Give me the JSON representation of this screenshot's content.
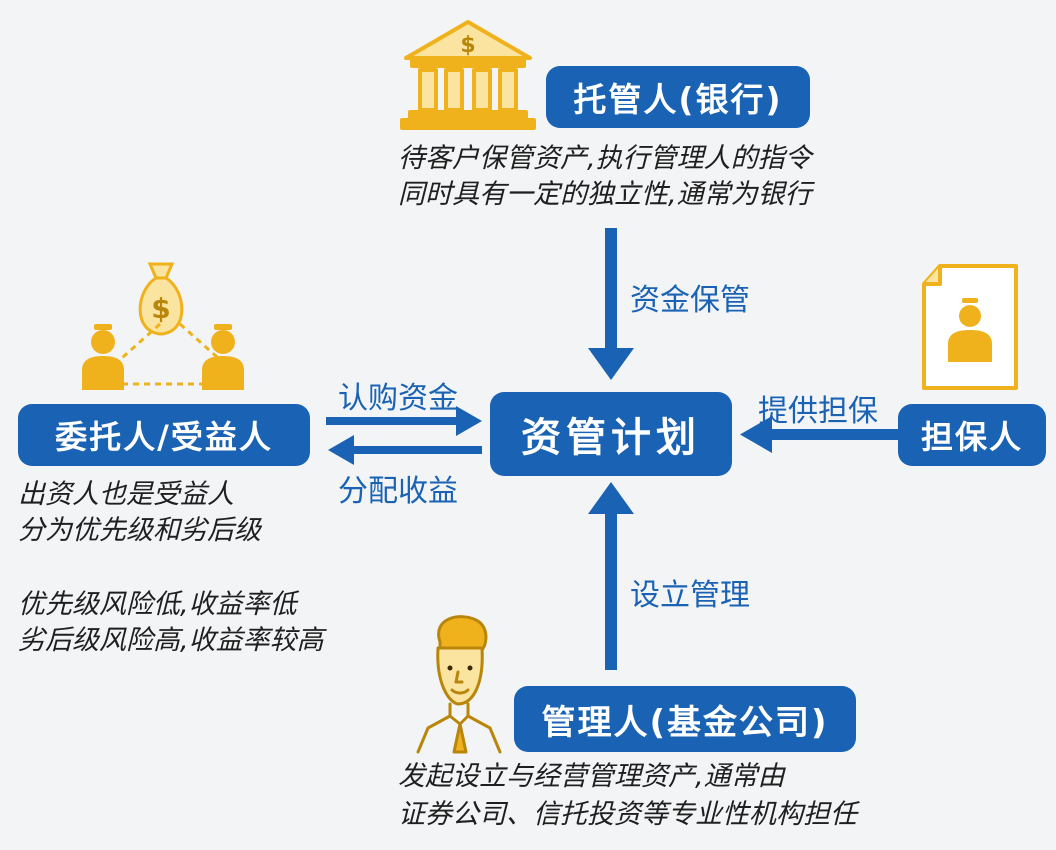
{
  "custodian": {
    "title": "托管人(银行)",
    "desc": [
      "待客户保管资产,执行管理人的指令",
      "同时具有一定的独立性,通常为银行"
    ]
  },
  "flows": {
    "custody": "资金保管",
    "guarantee": "提供担保",
    "subscribe": "认购资金",
    "distribute": "分配收益",
    "management": "设立管理"
  },
  "plan": {
    "title": "资管计划"
  },
  "guarantor": {
    "title": "担保人"
  },
  "trustor": {
    "title": "委托人/受益人",
    "desc": [
      "出资人也是受益人",
      "分为优先级和劣后级"
    ],
    "risk": [
      "优先级风险低,收益率低",
      "劣后级风险高,收益率较高"
    ]
  },
  "manager": {
    "title": "管理人(基金公司)",
    "desc": [
      "发起设立与经营管理资产,通常由",
      "证券公司、信托投资等专业性机构担任"
    ]
  },
  "icons": {
    "bank": "bank-building-icon",
    "money_bag": "money-bag-icon",
    "people": "person-icon",
    "document": "document-person-icon",
    "manager": "businessman-icon"
  },
  "colors": {
    "primary": "#1a62b3",
    "accent": "#f0b21c",
    "text": "#1f1f1f",
    "background": "#f3f4f6"
  }
}
